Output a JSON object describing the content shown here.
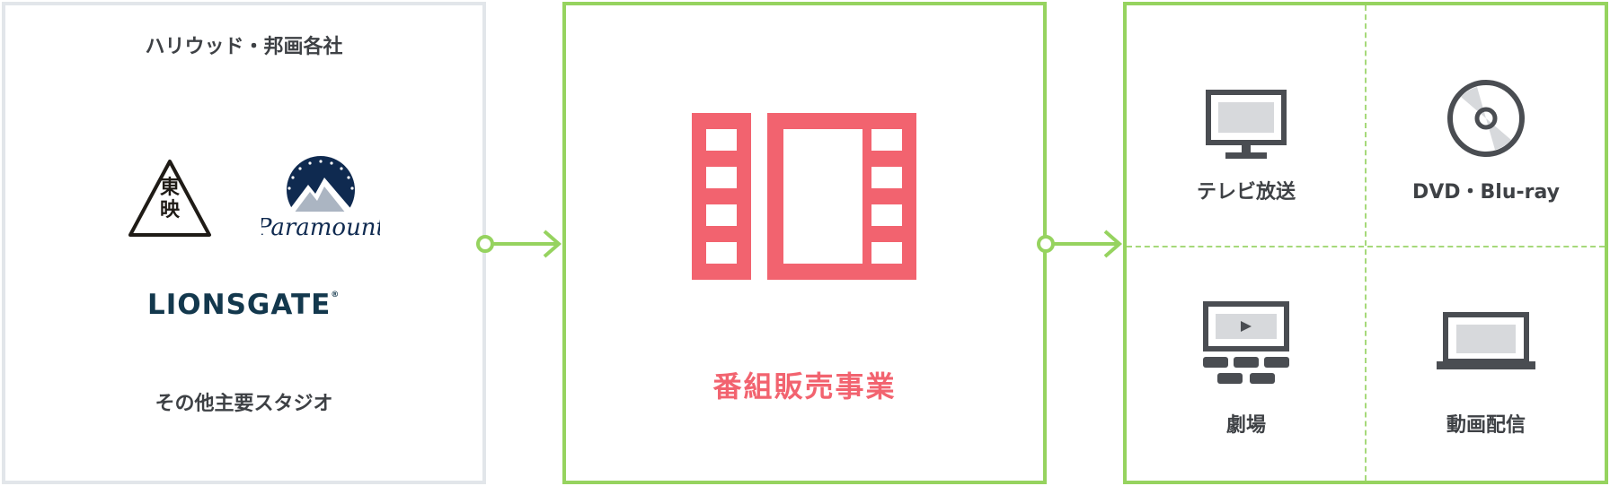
{
  "suppliers": {
    "title": "ハリウッド・邦画各社",
    "logo_toei_chars": [
      "東",
      "映"
    ],
    "logo_paramount": "Paramount",
    "logo_lionsgate": "LIONSGATE",
    "logo_lionsgate_mark": "®",
    "footer": "その他主要スタジオ"
  },
  "business": {
    "label": "番組販売事業",
    "icon": "film-icon"
  },
  "outlets": {
    "items": [
      {
        "label": "テレビ放送",
        "icon": "tv-icon"
      },
      {
        "label": "DVD・Blu-ray",
        "icon": "disc-icon"
      },
      {
        "label": "劇場",
        "icon": "theater-icon"
      },
      {
        "label": "動画配信",
        "icon": "laptop-icon"
      }
    ]
  },
  "colors": {
    "accent_green": "#96d35f",
    "film_red": "#f2636f",
    "panel_gray": "#e2e6ea",
    "icon_dark": "#4a4d52",
    "screen_gray": "#d7d9dc"
  }
}
